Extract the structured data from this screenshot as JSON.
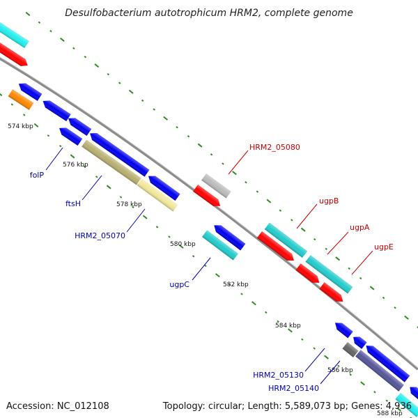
{
  "title": "Desulfobacterium autotrophicum HRM2, complete genome",
  "accession": "Accession: NC_012108",
  "summary": "Topology: circular; Length: 5,589,073 bp; Genes: 4,936",
  "colors": {
    "backbone": "#8c8c8c",
    "tick": "#2e8b1e",
    "label_forward": "#cc0000",
    "label_reverse": "#0000aa",
    "cds_blue": "#0000ee",
    "cds_red": "#ff0000",
    "cds_cyan": "#22cccc",
    "cds_orange": "#ff8800",
    "cds_olive": "#b8b070",
    "cds_pale": "#f2e89a",
    "cds_gray": "#bbbbbb",
    "cds_darkgray": "#666666",
    "cds_slate": "#555599"
  },
  "ticks": [
    {
      "label": "574 kbp"
    },
    {
      "label": "576 kbp"
    },
    {
      "label": "578 kbp"
    },
    {
      "label": "580 kbp"
    },
    {
      "label": "582 kbp"
    },
    {
      "label": "584 kbp"
    },
    {
      "label": "586 kbp"
    },
    {
      "label": "588 kbp"
    }
  ],
  "gene_labels": [
    {
      "name": "folP",
      "strand": "reverse"
    },
    {
      "name": "ftsH",
      "strand": "reverse"
    },
    {
      "name": "HRM2_05070",
      "strand": "reverse"
    },
    {
      "name": "ugpC",
      "strand": "reverse"
    },
    {
      "name": "HRM2_05080",
      "strand": "forward"
    },
    {
      "name": "ugpB",
      "strand": "forward"
    },
    {
      "name": "ugpA",
      "strand": "forward"
    },
    {
      "name": "ugpE",
      "strand": "forward"
    },
    {
      "name": "HRM2_05130",
      "strand": "reverse"
    },
    {
      "name": "HRM2_05140",
      "strand": "reverse"
    }
  ]
}
